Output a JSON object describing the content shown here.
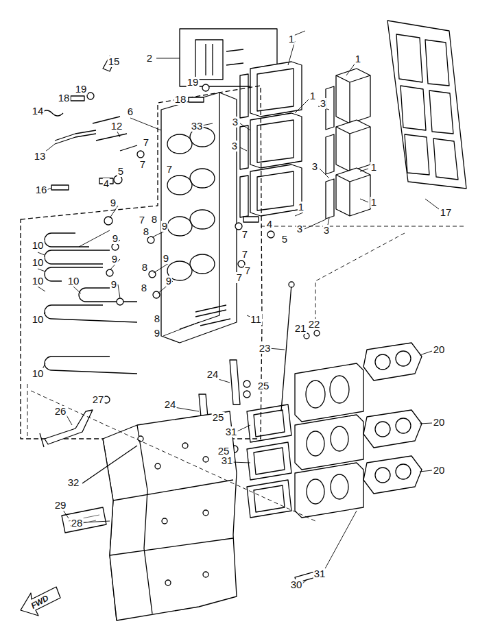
{
  "diagram": {
    "labels": [
      "1",
      "2",
      "1",
      "15",
      "19",
      "19",
      "1",
      "18",
      "18",
      "3",
      "14",
      "6",
      "3",
      "33",
      "12",
      "7",
      "3",
      "13",
      "3",
      "1",
      "5",
      "7",
      "7",
      "4",
      "16",
      "1",
      "9",
      "1",
      "17",
      "7",
      "8",
      "4",
      "3",
      "3",
      "8",
      "9",
      "7",
      "9",
      "5",
      "10",
      "7",
      "9",
      "9",
      "10",
      "8",
      "7",
      "7",
      "10",
      "10",
      "9",
      "9",
      "8",
      "8",
      "11",
      "10",
      "9",
      "21",
      "22",
      "23",
      "20",
      "10",
      "24",
      "25",
      "27",
      "24",
      "26",
      "25",
      "20",
      "31",
      "25",
      "31",
      "20",
      "32",
      "29",
      "28",
      "31",
      "30",
      "FWD"
    ]
  }
}
